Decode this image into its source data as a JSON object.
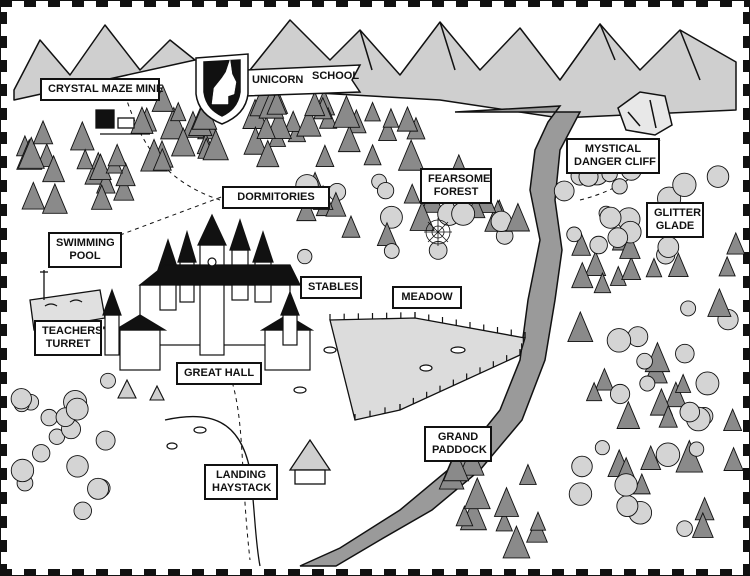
{
  "map": {
    "school_banner": {
      "word1": "UNICORN",
      "word2": "SCHOOL"
    },
    "labels": {
      "crystal_maze_mine": [
        "CRYSTAL MAZE MINE"
      ],
      "dormitories": [
        "DORMITORIES"
      ],
      "fearsome_forest": [
        "FEARSOME",
        "FOREST"
      ],
      "mystical_danger_cliff": [
        "MYSTICAL",
        "DANGER CLIFF"
      ],
      "glitter_glade": [
        "GLITTER",
        "GLADE"
      ],
      "swimming_pool": [
        "SWIMMING",
        "POOL"
      ],
      "stables": [
        "STABLES"
      ],
      "meadow": [
        "MEADOW"
      ],
      "teachers_turret": [
        "TEACHERS'",
        "TURRET"
      ],
      "great_hall": [
        "GREAT HALL"
      ],
      "grand_paddock": [
        "GRAND",
        "PADDOCK"
      ],
      "landing_haystack": [
        "LANDING",
        "HAYSTACK"
      ]
    },
    "colors": {
      "ink": "#111111",
      "paper": "#ffffff",
      "tree": "#8a8a8a",
      "tree_light": "#d4d4d4",
      "mountain": "#cfcfcf",
      "water": "#9a9a9a"
    }
  }
}
